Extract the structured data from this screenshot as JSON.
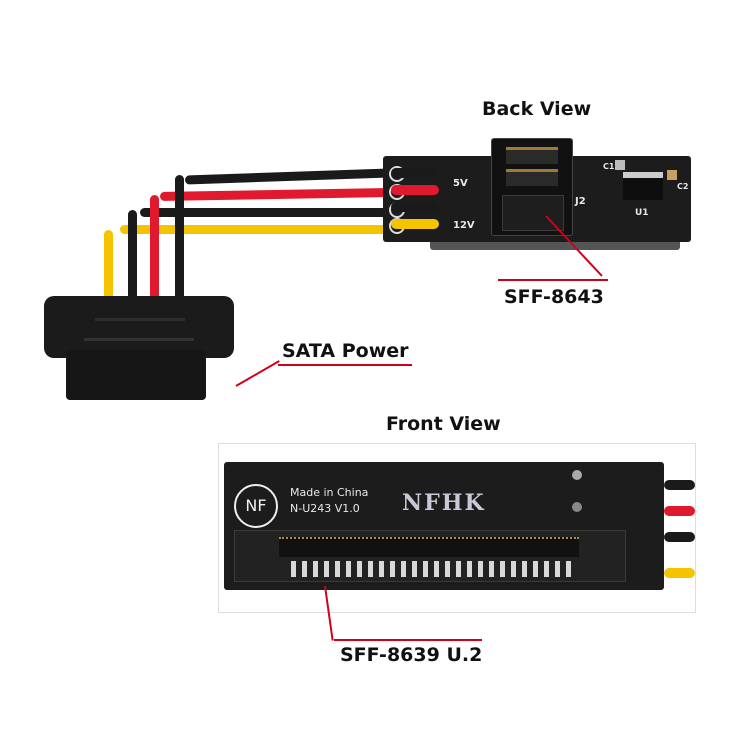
{
  "labels": {
    "back_view": "Back View",
    "front_view": "Front View",
    "sff8643": "SFF-8643",
    "sata_power": "SATA Power",
    "sff8639": "SFF-8639 U.2"
  },
  "back_board": {
    "silkscreen": {
      "v5": "5V",
      "v12": "12V",
      "j2": "J2",
      "c1": "C1",
      "c2": "C2",
      "u1": "U1"
    }
  },
  "front_board": {
    "logo": "NF",
    "made_in": "Made in China",
    "model": "N-U243 V1.0",
    "brand": "NFHK"
  },
  "colors": {
    "leader_line": "#d0021b",
    "pcb": "#1c1c1c",
    "wire_black": "#1a1a1a",
    "wire_red": "#e0192e",
    "wire_yellow": "#f5c400"
  }
}
